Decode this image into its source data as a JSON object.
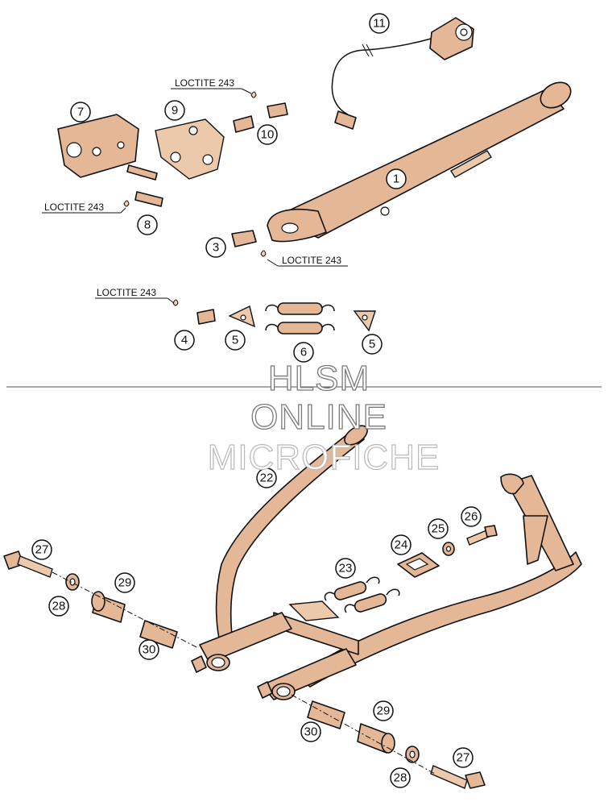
{
  "callouts_top": [
    "11",
    "7",
    "9",
    "10",
    "1",
    "8",
    "3",
    "4",
    "5",
    "6",
    "5"
  ],
  "callouts_bottom": [
    "22",
    "27",
    "28",
    "29",
    "30",
    "23",
    "24",
    "25",
    "26",
    "29",
    "30",
    "27",
    "28"
  ],
  "loctite_label": "LOCTITE 243",
  "watermark": {
    "line1": "HLSM",
    "line2": "ONLINE",
    "line3": "MICROFICHE"
  },
  "colors": {
    "part_fill": "#e4b896",
    "outline": "#111111",
    "divider": "#555555"
  }
}
